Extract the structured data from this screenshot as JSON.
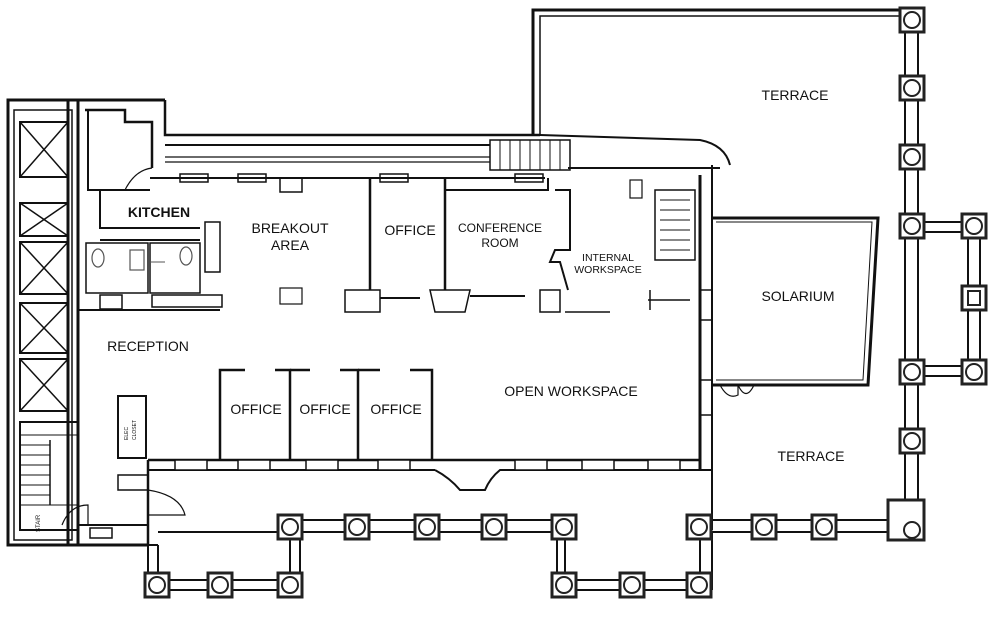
{
  "rooms": {
    "terrace_top": "TERRACE",
    "terrace_bottom": "TERRACE",
    "kitchen": "KITCHEN",
    "breakout_line1": "BREAKOUT",
    "breakout_line2": "AREA",
    "office_top": "OFFICE",
    "conference_line1": "CONFERENCE",
    "conference_line2": "ROOM",
    "internal_line1": "INTERNAL",
    "internal_line2": "WORKSPACE",
    "solarium": "SOLARIUM",
    "reception": "RECEPTION",
    "office_1": "OFFICE",
    "office_2": "OFFICE",
    "office_3": "OFFICE",
    "open_workspace": "OPEN WORKSPACE",
    "elec_closet_line1": "ELEC",
    "elec_closet_line2": "CLOSET",
    "stair": "STAIR"
  },
  "colors": {
    "wall": "#111111",
    "fixture": "#555555",
    "background": "#ffffff"
  }
}
